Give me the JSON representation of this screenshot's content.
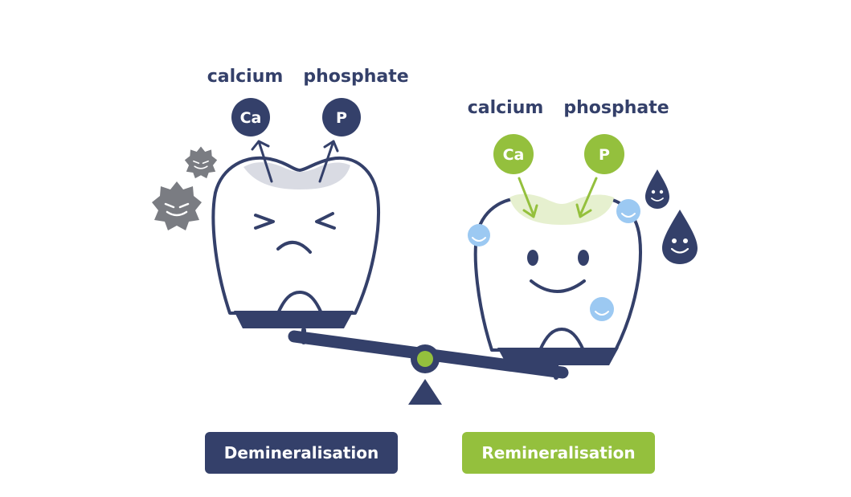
{
  "colors": {
    "navy": "#34406a",
    "green": "#94c03d",
    "light_green": "#e6f0cf",
    "grey_enamel": "#d9dbe3",
    "bacteria": "#7a7c82",
    "bubble": "#9cc9f2",
    "white": "#ffffff"
  },
  "left": {
    "label_calcium": "calcium",
    "label_phosphate": "phosphate",
    "ion_calcium": "Ca",
    "ion_phosphate": "P",
    "icons": [
      "bacteria-icon",
      "bacteria-icon",
      "tooth-icon-unhappy",
      "arrow-up-icon"
    ]
  },
  "right": {
    "label_calcium": "calcium",
    "label_phosphate": "phosphate",
    "ion_calcium": "Ca",
    "ion_phosphate": "P",
    "icons": [
      "saliva-drop-icon",
      "saliva-drop-icon",
      "bubble-icon",
      "tooth-icon-happy",
      "arrow-down-icon"
    ]
  },
  "badges": {
    "demineralisation": "Demineralisation",
    "remineralisation": "Remineralisation"
  },
  "scale": {
    "icon": "seesaw-icon",
    "tilt": "left-up-right-down"
  }
}
